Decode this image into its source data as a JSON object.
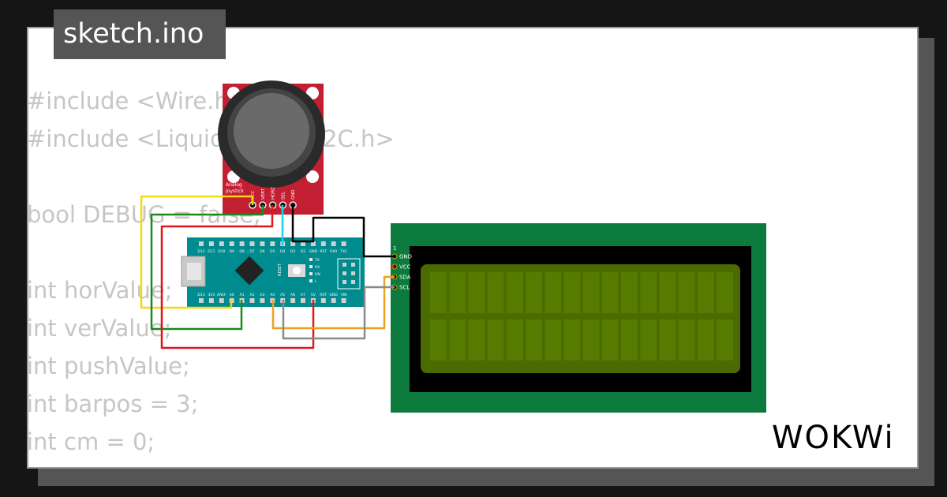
{
  "file": {
    "name": "sketch.ino"
  },
  "code_lines": [
    "#include <Wire.h>",
    "#include <LiquidCrystal_I2C.h>",
    "",
    "bool DEBUG = false;",
    "",
    "int horValue;",
    "int verValue;",
    "int pushValue;",
    "int barpos = 3;",
    "int cm = 0;"
  ],
  "joystick": {
    "label_line1": "Analog",
    "label_line2": "Joystick",
    "pins": [
      "VCC",
      "VERT",
      "HORZ",
      "SEL",
      "GND"
    ]
  },
  "arduino": {
    "top_pins": [
      "D12",
      "D11",
      "D10",
      "D9",
      "D8",
      "D7",
      "D6",
      "D5",
      "D4",
      "D3",
      "D2",
      "GND",
      "RST",
      "RX0",
      "TX1"
    ],
    "bottom_pins": [
      "D13",
      "3V3",
      "AREF",
      "A0",
      "A1",
      "A2",
      "A3",
      "A4",
      "A5",
      "A6",
      "A7",
      "5V",
      "RST",
      "GND",
      "VIN"
    ],
    "reset_label": "RESET",
    "led_labels": [
      "TX",
      "RX",
      "ON",
      "L"
    ]
  },
  "lcd": {
    "pin1_label": "1",
    "pins": [
      "GND",
      "VCC",
      "SDA",
      "SCL"
    ]
  },
  "brand": {
    "logo_text": "WOKWi"
  },
  "colors": {
    "pcb_green": "#0b7a3c",
    "joystick_red": "#c21f32",
    "arduino_teal": "#008b8e",
    "lcd_screen": "#4b6a00",
    "wire_yellow": "#f5d90a",
    "wire_green": "#1a8a1a",
    "wire_red": "#e0161b",
    "wire_black": "#000000",
    "wire_cyan": "#19d3e6",
    "wire_orange": "#f0a020",
    "wire_gray": "#8a8a8a"
  }
}
